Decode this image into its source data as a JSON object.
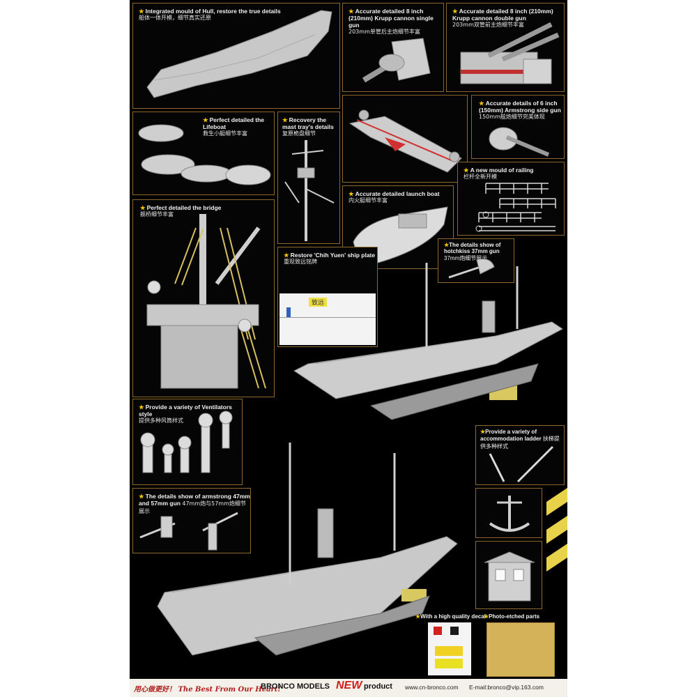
{
  "panels": {
    "hull": {
      "en": "Integrated mould of Hull, restore the true details",
      "cn": "船体一体开模，细节真实还原"
    },
    "gun_single": {
      "en": "Accurate detailed 8 inch (210mm) Krupp cannon single gun",
      "cn": "203mm单管后主炮细节丰富"
    },
    "gun_double": {
      "en": "Accurate detailed 8 inch (210mm) Krupp cannon double gun",
      "cn": "203mm双管前主炮细节丰富"
    },
    "side_gun": {
      "en": "Accurate details of 6 inch (150mm) Armstrong side gun",
      "cn": "150mm舷炮细节完美体现"
    },
    "lifeboat": {
      "en": "Perfect detailed the Lifeboat",
      "cn": "救生小艇细节丰富"
    },
    "mast": {
      "en": "Recovery the mast tray's details",
      "cn": "复原桅盘细节"
    },
    "railing": {
      "en": "A new mould of railing",
      "cn": "栏杆全新开模"
    },
    "launch_boat": {
      "en": "Accurate detailed launch boat",
      "cn": "内火艇细节丰富"
    },
    "bridge": {
      "en": "Perfect detailed the bridge",
      "cn": "舰桥细节丰富"
    },
    "plate": {
      "en": "Restore 'Chih Yuen' ship plate",
      "cn": "重现致远铭牌"
    },
    "hotchkiss": {
      "en": "The details show of hotchkiss 37mm gun",
      "cn": "37mm炮细节展示"
    },
    "ventilators": {
      "en": "Provide a variety of Ventilators style",
      "cn": "提供多种风筒样式"
    },
    "ladder": {
      "en": "Provide a variety of accommodation ladder",
      "cn": "扶梯提供多种样式"
    },
    "armstrong": {
      "en": "The details show of armstrong 47mm and 57mm gun",
      "cn": "47mm炮与57mm炮细节展示"
    },
    "decal": {
      "en": "With a high quality decal"
    },
    "photo_etched": {
      "en": "Photo-etched parts"
    }
  },
  "plate_text": "致远",
  "footer": {
    "slogan_cn": "用心做更好！",
    "slogan_en": "The Best From Our Heart!",
    "brand": "BRONCO MODELS",
    "new": "NEW",
    "product": "product",
    "website": "www.cn-bronco.com",
    "email": "E-mail:bronco@vip.163.com"
  },
  "colors": {
    "background": "#000000",
    "panel_border": "#8a6a2a",
    "model_grey": "#c9c9c9",
    "accent_yellow": "#e8d24a",
    "accent_red": "#d21c1c"
  }
}
